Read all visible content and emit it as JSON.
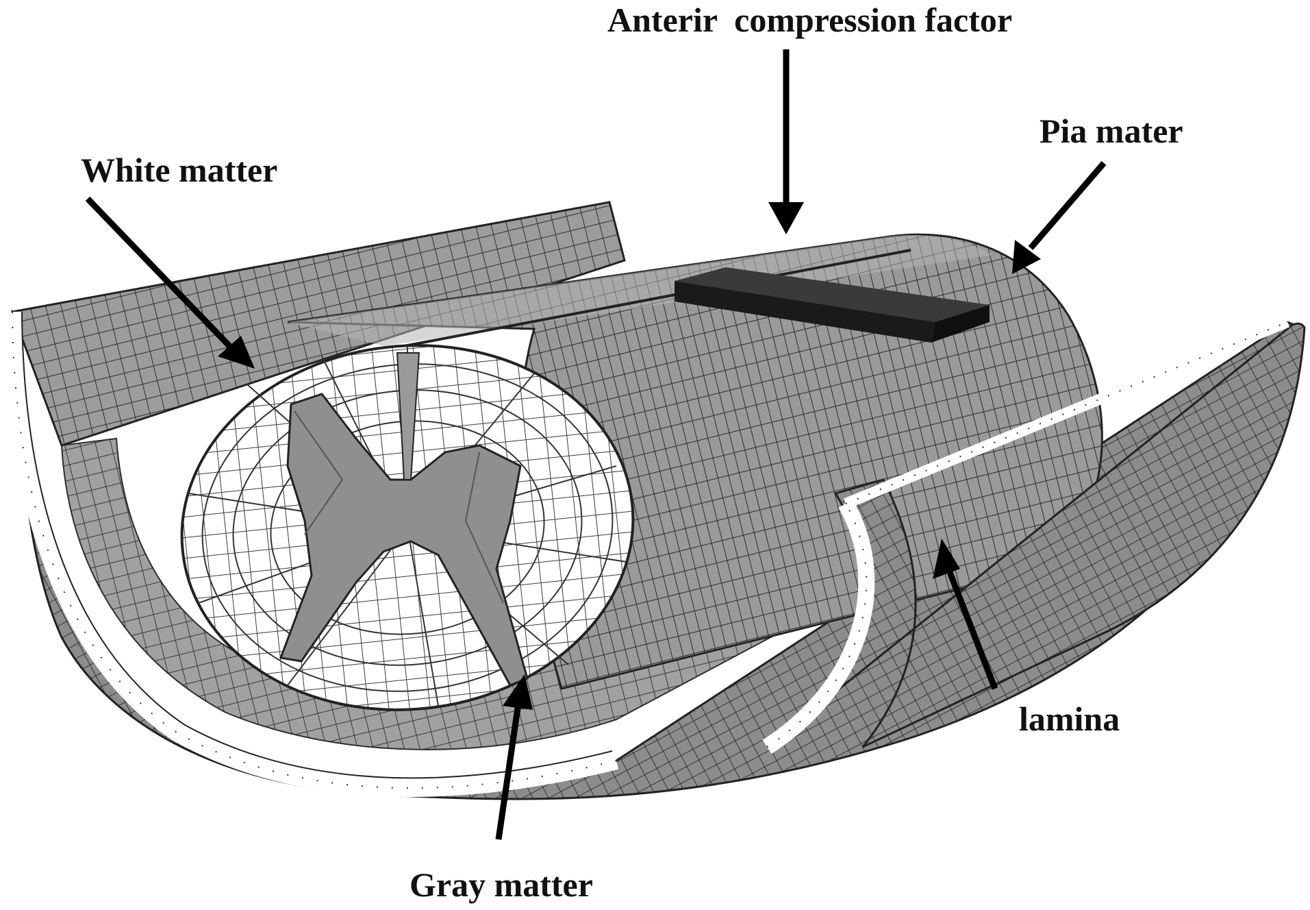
{
  "labels": {
    "compression": "Anterir  compression factor",
    "pia_mater": "Pia mater",
    "white_matter": "White matter",
    "lamina": "lamina",
    "gray_matter": "Gray matter"
  },
  "colors": {
    "background": "#ffffff",
    "mesh_fill": "#9a9a9a",
    "mesh_dark": "#7c7c7c",
    "mesh_light": "#b8b8b8",
    "cross_section": "#ffffff",
    "gray_matter": "#8e8e8e",
    "compression_block": "#1e1e1e",
    "grid_line": "#2a2a2a"
  }
}
